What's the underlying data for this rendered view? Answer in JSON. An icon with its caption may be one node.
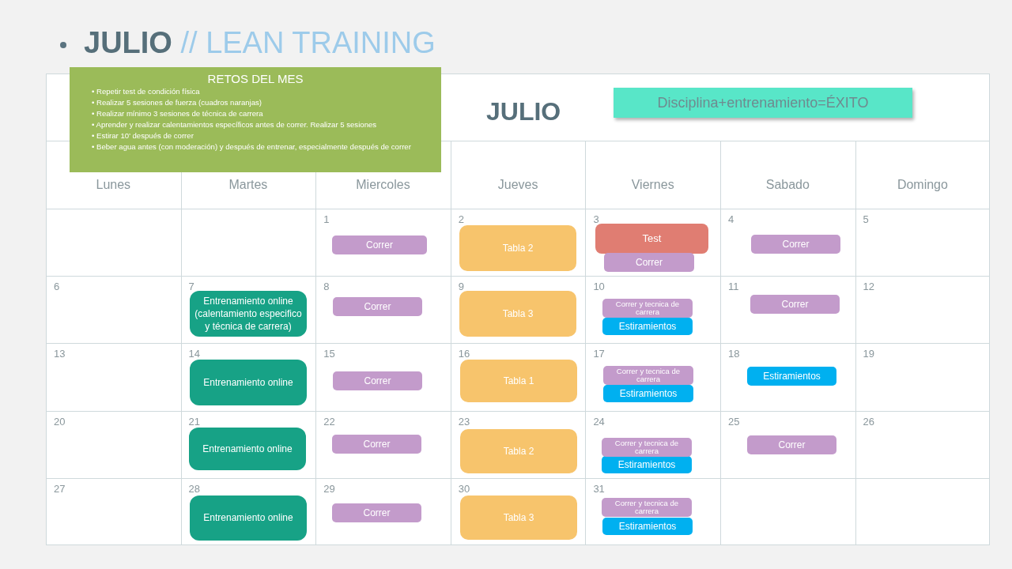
{
  "diagram": {
    "title": "**JULIO** // LEAN TRAINING",
    "nodes": [
      {
        "text": [
          "RETOS DEL MES",
          "• Repetir test de condición física",
          "• Realizar 5 sesiones de fuerza (cuadros naranjas)",
          "• Realizar mínimo 3 sesiones de técnica de carrera",
          "• Aprender y realizar calentamientos específicos antes de correr. Realizar 5 sesiones",
          "• Estirar 10’ después de correr",
          "• Beber agua antes (con moderación) y después de entrenar, especialmente después de correr"
        ]
      },
      {
        "text": [
          "Disciplina+entrenamiento=ÉXITO"
        ]
      },
      {
        "text": [
          "Correr"
        ]
      },
      {
        "text": [
          "Tabla 2"
        ]
      },
      {
        "text": [
          "Test"
        ]
      },
      {
        "text": [
          "Correr"
        ]
      },
      {
        "text": [
          "Correr"
        ]
      },
      {
        "text": [
          "Entrenamiento online (calentamiento especifico y técnica de carrera)"
        ]
      },
      {
        "text": [
          "Correr"
        ]
      },
      {
        "text": [
          "Tabla 3"
        ]
      },
      {
        "text": [
          "Correr y tecnica de carrera"
        ]
      },
      {
        "text": [
          "Estiramientos"
        ]
      },
      {
        "text": [
          "Correr"
        ]
      },
      {
        "text": [
          "Entrenamiento online"
        ]
      },
      {
        "text": [
          "Correr"
        ]
      },
      {
        "text": [
          "Tabla 1"
        ]
      },
      {
        "text": [
          "Correr y tecnica de carrera"
        ]
      },
      {
        "text": [
          "Estiramientos"
        ]
      },
      {
        "text": [
          "Estiramientos"
        ]
      },
      {
        "text": [
          "Entrenamiento online"
        ]
      },
      {
        "text": [
          "Correr"
        ]
      },
      {
        "text": [
          "Tabla 2"
        ]
      },
      {
        "text": [
          "Correr y tecnica de carrera"
        ]
      },
      {
        "text": [
          "Estiramientos"
        ]
      },
      {
        "text": [
          "Correr"
        ]
      },
      {
        "text": [
          "Entrenamiento online"
        ]
      },
      {
        "text": [
          "Correr"
        ]
      },
      {
        "text": [
          "Tabla 3"
        ]
      },
      {
        "text": [
          "Correr y tecnica de carrera"
        ]
      },
      {
        "text": [
          "Estiramientos"
        ]
      }
    ],
    "labels": [
      "JULIO",
      "Lunes",
      "Martes",
      "Miercoles",
      "Jueves",
      "Viernes",
      "Sabado",
      "Domingo",
      "1",
      "2",
      "3",
      "4",
      "5",
      "6",
      "7",
      "8",
      "9",
      "10",
      "11",
      "12",
      "13",
      "14",
      "15",
      "16",
      "17",
      "18",
      "19",
      "20",
      "21",
      "22",
      "23",
      "24",
      "25",
      "26",
      "27",
      "28",
      "29",
      "30",
      "31"
    ]
  }
}
